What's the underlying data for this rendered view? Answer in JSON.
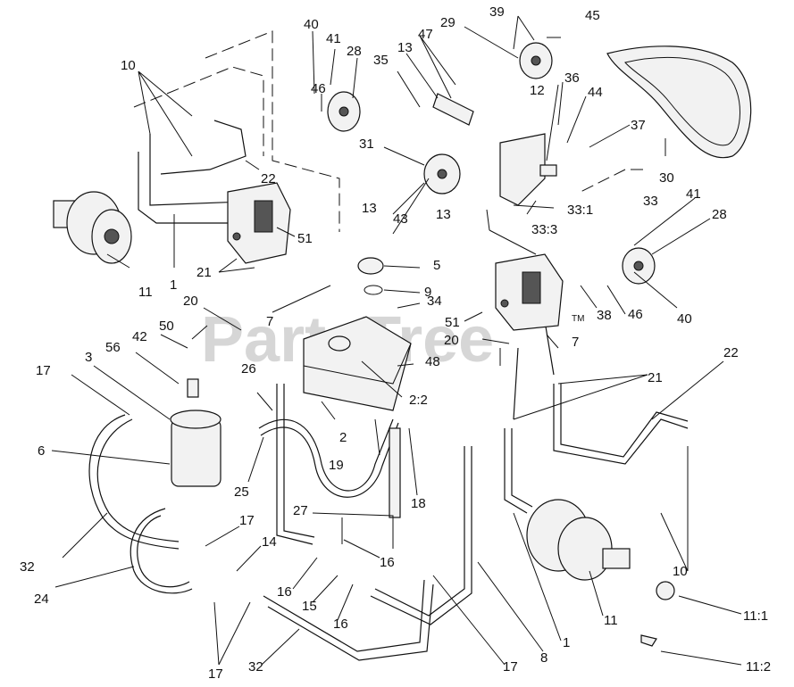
{
  "watermark": "PartsTree",
  "trademark": "TM",
  "callouts": [
    "10",
    "22",
    "1",
    "11",
    "21",
    "51",
    "20",
    "7",
    "50",
    "42",
    "56",
    "3",
    "17",
    "6",
    "32",
    "24",
    "14",
    "16",
    "15",
    "26",
    "25",
    "2",
    "19",
    "27",
    "18",
    "8",
    "2:2",
    "48",
    "34",
    "9",
    "5",
    "40",
    "41",
    "28",
    "46",
    "35",
    "13",
    "47",
    "29",
    "39",
    "45",
    "12",
    "36",
    "44",
    "37",
    "31",
    "43",
    "33:1",
    "33:3",
    "33",
    "30",
    "38",
    "11:1",
    "11:2"
  ]
}
